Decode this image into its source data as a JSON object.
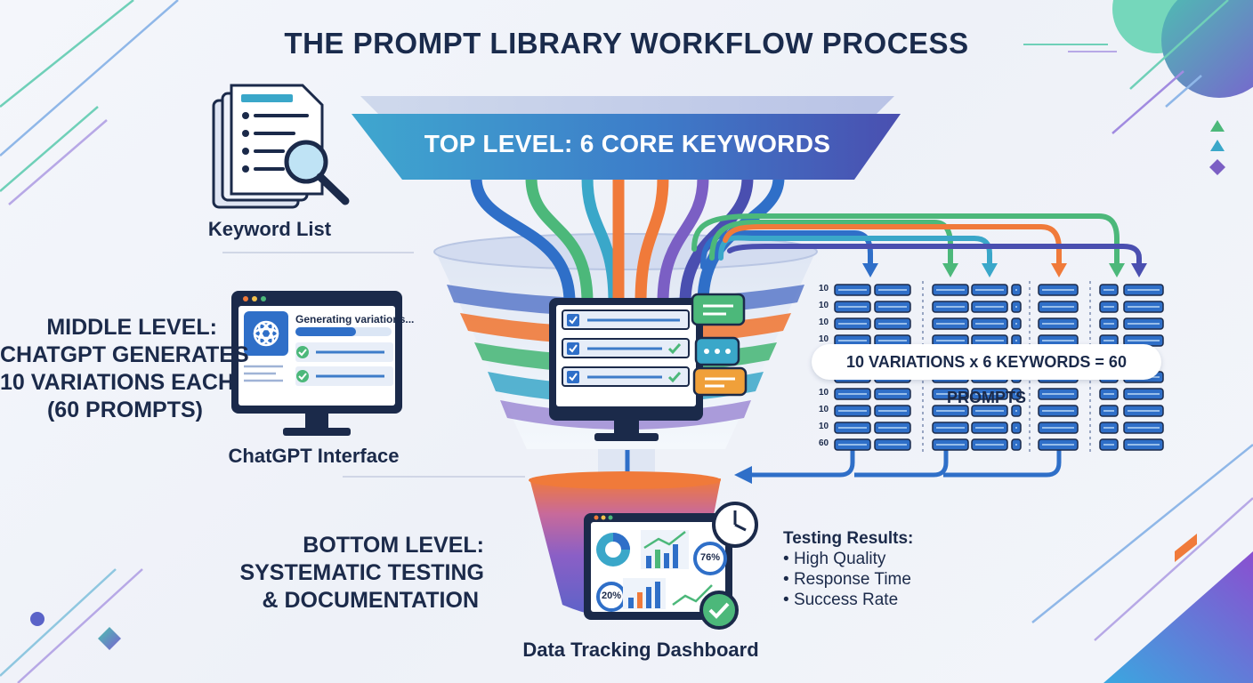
{
  "title": "THE PROMPT LIBRARY WORKFLOW PROCESS",
  "top_level": {
    "banner": "TOP LEVEL: 6 CORE KEYWORDS"
  },
  "keyword_list": {
    "caption": "Keyword List"
  },
  "middle_level": {
    "lines": [
      "MIDDLE LEVEL:",
      "CHATGPT GENERATES",
      "10 VARIATIONS EACH",
      "(60 PROMPTS)"
    ]
  },
  "chatgpt_interface": {
    "caption": "ChatGPT Interface",
    "status": "Generating variations..."
  },
  "prompt_grid": {
    "row_labels_top": [
      "10",
      "10",
      "10",
      "10"
    ],
    "row_labels_bottom": [
      "10",
      "10",
      "10",
      "60"
    ],
    "summary": "10 VARIATIONS x 6 KEYWORDS = 60 PROMPTS"
  },
  "bottom_level": {
    "lines": [
      "BOTTOM LEVEL:",
      "SYSTEMATIC TESTING",
      "& DOCUMENTATION"
    ]
  },
  "dashboard": {
    "caption": "Data Tracking Dashboard",
    "gauge_76": "76%",
    "gauge_20": "20%"
  },
  "testing_results": {
    "heading": "Testing Results:",
    "items": [
      "High Quality",
      "Response Time",
      "Success Rate"
    ]
  },
  "colors": {
    "navy": "#1b2a4a",
    "blue": "#2f6fc8",
    "teal": "#3aa7c9",
    "green": "#4cb87a",
    "orange": "#f07a3a",
    "purple": "#7b5fc4",
    "indigo": "#4a4fb0"
  }
}
